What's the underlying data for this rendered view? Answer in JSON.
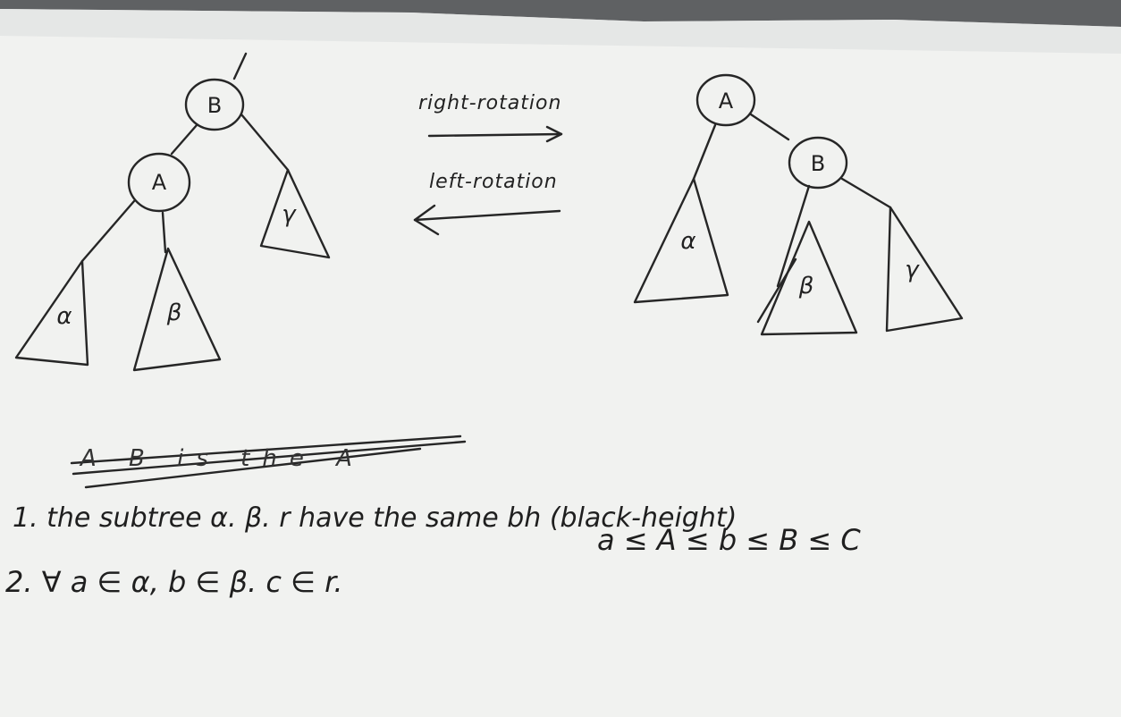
{
  "nodes": {
    "left_root": "B",
    "left_child": "A",
    "right_root": "A",
    "right_child": "B"
  },
  "subtrees": {
    "alpha": "α",
    "beta": "β",
    "gamma": "γ"
  },
  "arrows": {
    "right_rotation": "right-rotation",
    "left_rotation": "left-rotation"
  },
  "notes": {
    "struck_out": "A B is the A",
    "line1": "1. the subtree α. β. r have the same bh (black-height)",
    "line2": "2. ∀ a ∈ α, b ∈ β. c ∈ r.",
    "line2_order": "a ≤ A ≤ b ≤ B ≤ C"
  },
  "colors": {
    "paper": "#f1f2f0",
    "ink": "#222222",
    "shadow": "#6d6f71"
  }
}
